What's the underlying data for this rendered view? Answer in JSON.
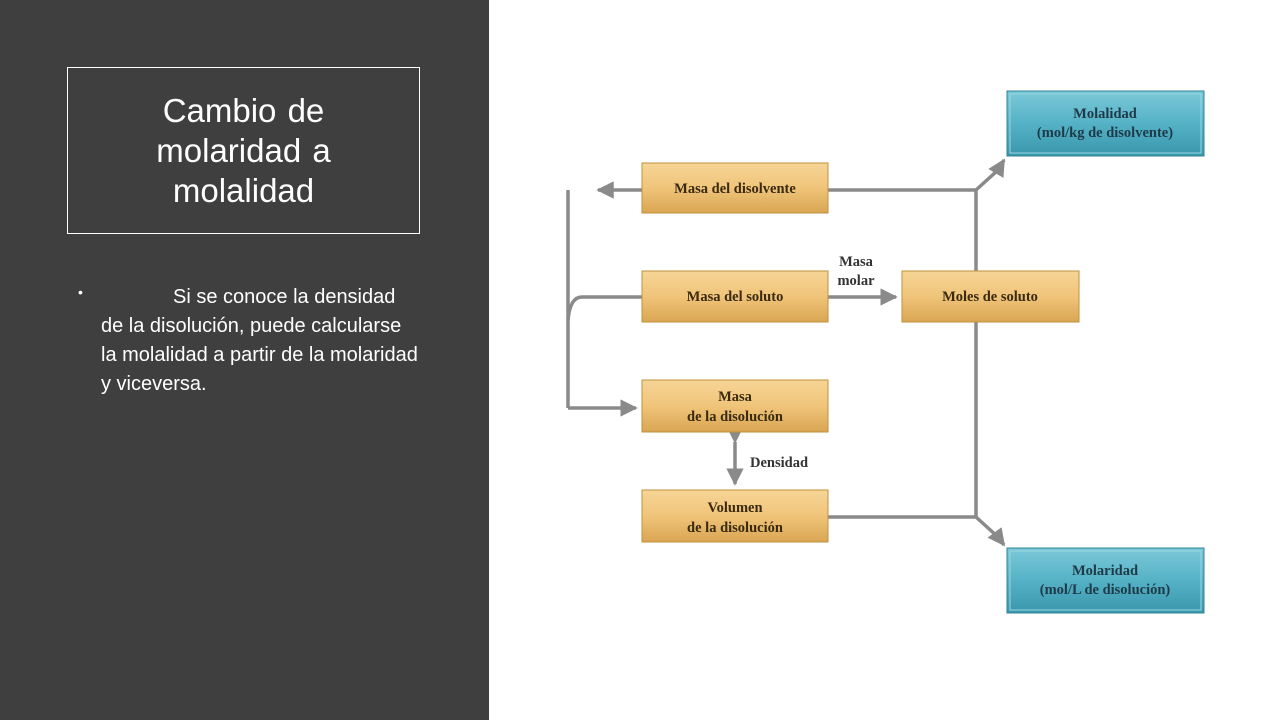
{
  "slide": {
    "title": "Cambio de molaridad  a molalidad",
    "bullet": "Si se conoce la densidad de la disolución, puede calcularse la molalidad a partir de la molaridad y viceversa."
  },
  "diagram": {
    "boxes": {
      "molalidad": {
        "line1": "Molalidad",
        "line2": "(mol/kg de disolvente)"
      },
      "masa_disolvente": {
        "line1": "Masa del disolvente"
      },
      "masa_soluto": {
        "line1": "Masa del soluto"
      },
      "moles_soluto": {
        "line1": "Moles de soluto"
      },
      "masa_disolucion": {
        "line1": "Masa",
        "line2": "de la disolución"
      },
      "volumen_disolucion": {
        "line1": "Volumen",
        "line2": "de la disolución"
      },
      "molaridad": {
        "line1": "Molaridad",
        "line2": "(mol/L de disolución)"
      }
    },
    "labels": {
      "masa_molar_1": "Masa",
      "masa_molar_2": "molar",
      "densidad": "Densidad"
    },
    "colors": {
      "tan_box": "#f0c47a",
      "blue_box": "#4fb0c4",
      "arrow": "#8a8a8a"
    }
  }
}
